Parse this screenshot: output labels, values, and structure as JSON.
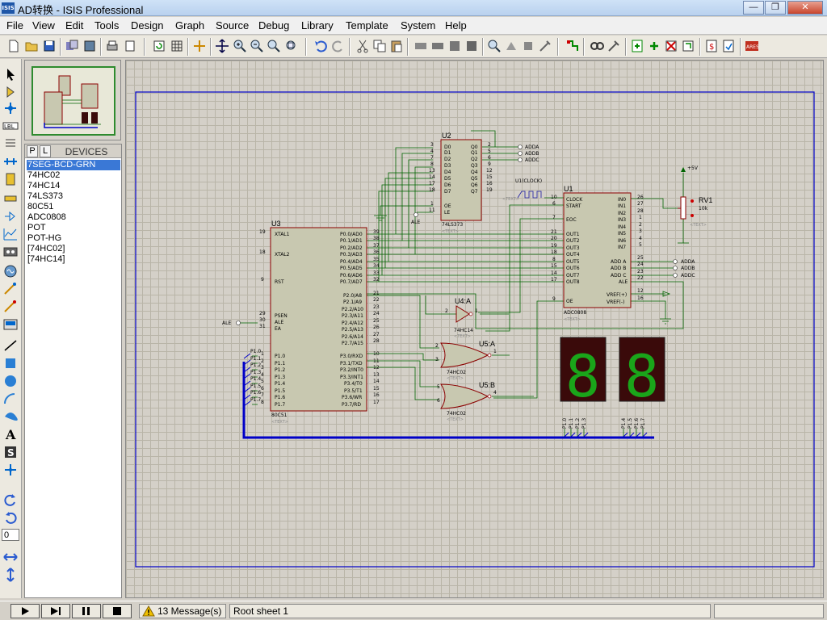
{
  "window": {
    "title": "AD转换 - ISIS Professional",
    "app_icon_text": "ISIS",
    "minimize": "—",
    "restore": "❐",
    "close": "✕"
  },
  "menu": [
    "File",
    "View",
    "Edit",
    "Tools",
    "Design",
    "Graph",
    "Source",
    "Debug",
    "Library",
    "Template",
    "System",
    "Help"
  ],
  "device_panel": {
    "tab_p": "P",
    "tab_l": "L",
    "title": "DEVICES",
    "items": [
      "7SEG-BCD-GRN",
      "74HC02",
      "74HC14",
      "74LS373",
      "80C51",
      "ADC0808",
      "POT",
      "POT-HG",
      "[74HC02]",
      "[74HC14]"
    ],
    "selected_index": 0
  },
  "zoom_field": "0",
  "status": {
    "messages": "13 Message(s)",
    "sheet": "Root sheet 1"
  },
  "schematic": {
    "u2": {
      "ref": "U2",
      "part": "74LS373",
      "text": "<TEXT>",
      "left_pins": [
        "D0",
        "D1",
        "D2",
        "D3",
        "D4",
        "D5",
        "D6",
        "D7"
      ],
      "left_nums": [
        "3",
        "4",
        "7",
        "8",
        "13",
        "14",
        "17",
        "18"
      ],
      "right_pins": [
        "Q0",
        "Q1",
        "Q2",
        "Q3",
        "Q4",
        "Q5",
        "Q6",
        "Q7"
      ],
      "right_nums": [
        "2",
        "5",
        "6",
        "9",
        "12",
        "15",
        "16",
        "19"
      ],
      "oe": "OE",
      "le": "LE",
      "oe_num": "1",
      "le_num": "11",
      "ale": "ALE"
    },
    "u1": {
      "ref": "U1",
      "part": "ADC0808",
      "text": "<TEXT>",
      "left_pins": [
        "CLOCK",
        "START",
        "EOC",
        "OUT1",
        "OUT2",
        "OUT3",
        "OUT4",
        "OUT5",
        "OUT6",
        "OUT7",
        "OUT8",
        "OE"
      ],
      "left_nums": [
        "10",
        "6",
        "7",
        "21",
        "20",
        "19",
        "18",
        "8",
        "15",
        "14",
        "17",
        "9"
      ],
      "right_pins": [
        "IN0",
        "IN1",
        "IN2",
        "IN3",
        "IN4",
        "IN5",
        "IN6",
        "IN7",
        "ADD A",
        "ADD B",
        "ADD C",
        "ALE",
        "VREF(+)",
        "VREF(-)"
      ],
      "right_nums": [
        "26",
        "27",
        "28",
        "1",
        "2",
        "3",
        "4",
        "5",
        "25",
        "24",
        "23",
        "22",
        "12",
        "16"
      ],
      "clock_label": "U1(CLOCK)"
    },
    "u3": {
      "ref": "U3",
      "part": "80C51",
      "text": "<TEXT>",
      "left_pins": [
        "XTAL1",
        "XTAL2",
        "RST",
        "PSEN",
        "ALE",
        "EA",
        "P1.0",
        "P1.1",
        "P1.2",
        "P1.3",
        "P1.4",
        "P1.5",
        "P1.6",
        "P1.7"
      ],
      "left_nums": [
        "19",
        "18",
        "9",
        "29",
        "30",
        "31",
        "1",
        "2",
        "3",
        "4",
        "5",
        "6",
        "7",
        "8"
      ],
      "right_pins": [
        "P0.0/AD0",
        "P0.1/AD1",
        "P0.2/AD2",
        "P0.3/AD3",
        "P0.4/AD4",
        "P0.5/AD5",
        "P0.6/AD6",
        "P0.7/AD7",
        "P2.0/A8",
        "P2.1/A9",
        "P2.2/A10",
        "P2.3/A11",
        "P2.4/A12",
        "P2.5/A13",
        "P2.6/A14",
        "P2.7/A15",
        "P3.0/RXD",
        "P3.1/TXD",
        "P3.2/INT0",
        "P3.3/INT1",
        "P3.4/T0",
        "P3.5/T1",
        "P3.6/WR",
        "P3.7/RD"
      ],
      "right_nums": [
        "39",
        "38",
        "37",
        "36",
        "35",
        "34",
        "33",
        "32",
        "21",
        "22",
        "23",
        "24",
        "25",
        "26",
        "27",
        "28",
        "10",
        "11",
        "12",
        "13",
        "14",
        "15",
        "16",
        "17"
      ],
      "bus_labels": [
        "P1.0",
        "P1.1",
        "P1.2",
        "P1.3",
        "P1.4",
        "P1.5",
        "P1.6",
        "P1.7"
      ],
      "ale": "ALE"
    },
    "u4a": {
      "ref": "U4:A",
      "part": "74HC14",
      "text": "<TEXT>",
      "in": "2",
      "out": "1"
    },
    "u5a": {
      "ref": "U5:A",
      "part": "74HC02",
      "text": "<TEXT>",
      "in1": "2",
      "in2": "3",
      "out": "1"
    },
    "u5b": {
      "ref": "U5:B",
      "part": "74HC02",
      "text": "<TEXT>",
      "in1": "5",
      "in2": "6",
      "out": "4"
    },
    "rv1": {
      "ref": "RV1",
      "value": "10k",
      "text": "<TEXT>",
      "supply": "+5V"
    },
    "adda_labels": [
      "ADDA",
      "ADDB",
      "ADDC"
    ],
    "seg1_pins": [
      "P1.0",
      "P1.1",
      "P1.2",
      "P1.3"
    ],
    "seg2_pins": [
      "P1.4",
      "P1.5",
      "P1.6",
      "P1.7"
    ],
    "seg_digit": "8"
  },
  "colors": {
    "wire": "#006400",
    "component_fill": "#c8c8b0",
    "component_border": "#8b0000",
    "bus": "#0000c8",
    "border": "#0000c8",
    "seg_bg": "#3a0a0a",
    "seg_on": "#1aa51a"
  }
}
